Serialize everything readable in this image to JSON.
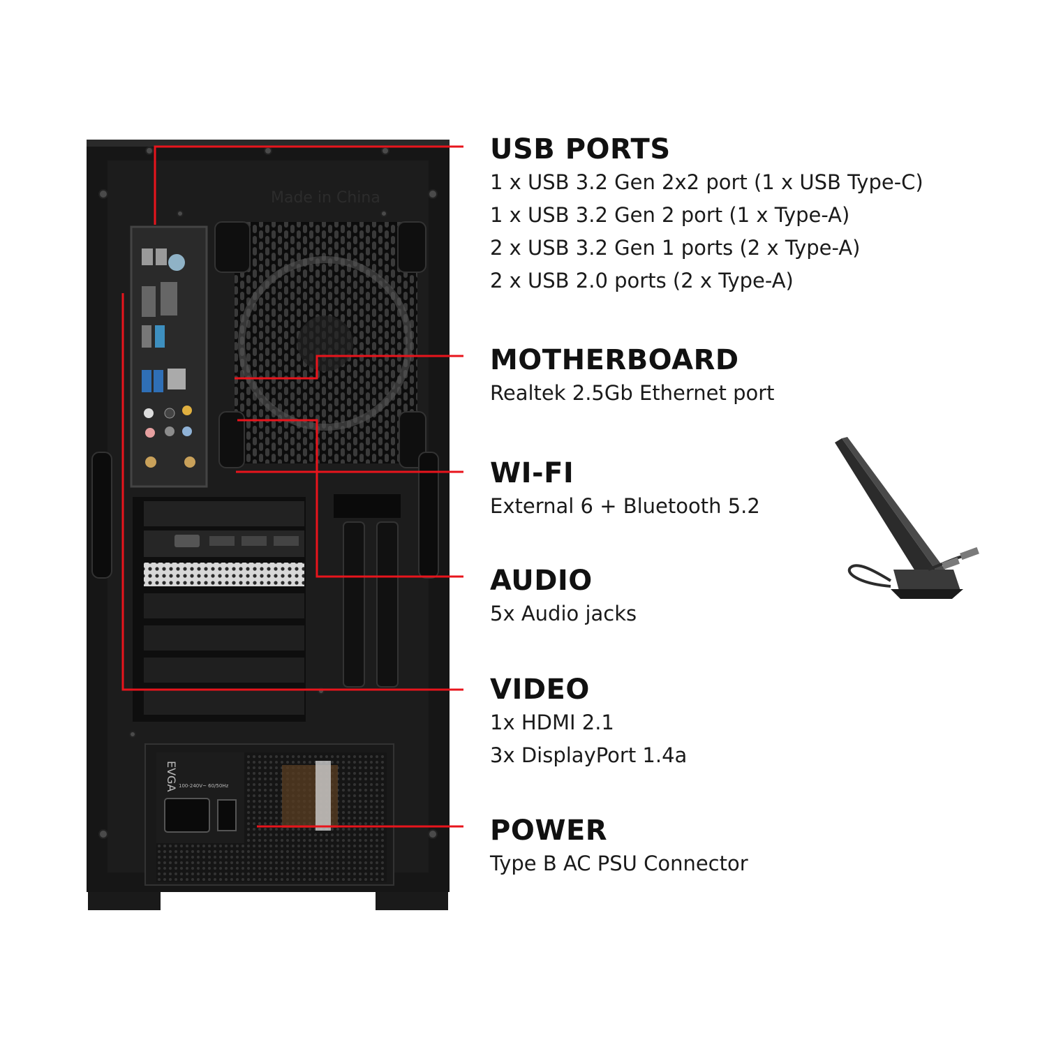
{
  "sections": [
    {
      "key": "usb",
      "heading": "USB PORTS",
      "lines": [
        "1 x USB 3.2 Gen 2x2 port (1 x USB Type-C)",
        "1 x USB 3.2 Gen 2 port (1 x Type-A)",
        "2 x USB 3.2 Gen 1 ports (2 x Type-A)",
        "2 x USB 2.0 ports (2 x Type-A)"
      ]
    },
    {
      "key": "motherboard",
      "heading": "MOTHERBOARD",
      "lines": [
        "Realtek 2.5Gb Ethernet port"
      ]
    },
    {
      "key": "wifi",
      "heading": "WI-FI",
      "lines": [
        "External 6 + Bluetooth 5.2"
      ]
    },
    {
      "key": "audio",
      "heading": "AUDIO",
      "lines": [
        "5x Audio jacks"
      ]
    },
    {
      "key": "video",
      "heading": "VIDEO",
      "lines": [
        "1x HDMI 2.1",
        "3x DisplayPort 1.4a"
      ]
    },
    {
      "key": "power",
      "heading": "POWER",
      "lines": [
        "Type B AC PSU Connector"
      ]
    }
  ],
  "case_markings": {
    "made_in": "Made in China",
    "psu_brand": "EVGA",
    "psu_rating": "100-240V~ 60/50Hz"
  },
  "colors": {
    "callout_line": "#e8141c",
    "case_body": "#141414",
    "text": "#111111"
  },
  "icons": [
    "pc-case-rear-image",
    "wifi-antenna-image"
  ]
}
